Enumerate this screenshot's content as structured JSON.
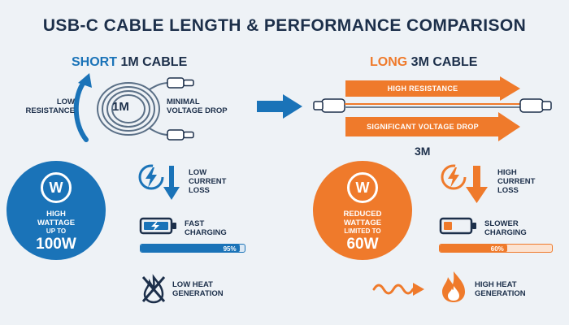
{
  "title": "USB-C CABLE LENGTH & PERFORMANCE COMPARISON",
  "colors": {
    "blue": "#1a73b8",
    "orange": "#ef7a2b",
    "navy": "#1c2f4a",
    "background": "#eef2f6"
  },
  "short": {
    "heading_accent": "SHORT",
    "heading_rest": "1M CABLE",
    "length_label": "1M",
    "resistance_label": [
      "LOW",
      "RESISTANCE"
    ],
    "voltage_label": [
      "MINIMAL",
      "VOLTAGE DROP"
    ],
    "current_loss": [
      "LOW",
      "CURRENT",
      "LOSS"
    ],
    "charging": [
      "FAST",
      "CHARGING"
    ],
    "charge_progress": 0.95,
    "charge_percent_text": "95%",
    "heat": [
      "LOW HEAT",
      "GENERATION"
    ],
    "wattage_icon": "W",
    "wattage_line1": "HIGH",
    "wattage_line2": "WATTAGE",
    "wattage_line3": "UP TO",
    "wattage_value": "100W"
  },
  "long": {
    "heading_accent": "LONG",
    "heading_rest": "3M CABLE",
    "arrow_top": "HIGH RESISTANCE",
    "arrow_bottom": "SIGNIFICANT VOLTAGE DROP",
    "length_label": "3M",
    "current_loss": [
      "HIGH",
      "CURRENT",
      "LOSS"
    ],
    "charging": [
      "SLOWER",
      "CHARGING"
    ],
    "charge_progress": 0.6,
    "charge_percent_text": "60%",
    "heat": [
      "HIGH HEAT",
      "GENERATION"
    ],
    "wattage_icon": "W",
    "wattage_line1": "REDUCED",
    "wattage_line2": "WATTAGE",
    "wattage_line3": "LIMITED TO",
    "wattage_value": "60W"
  },
  "icons": {
    "short_cable": "coiled-cable-icon",
    "long_cable": "straight-cable-icon",
    "compare_arrow": "right-arrow-icon",
    "lightning": "lightning-icon",
    "down_arrow": "down-arrow-icon",
    "battery": "battery-icon",
    "no_fire": "crossed-fire-icon",
    "fire": "fire-icon",
    "heat_wave": "heat-wave-icon"
  }
}
